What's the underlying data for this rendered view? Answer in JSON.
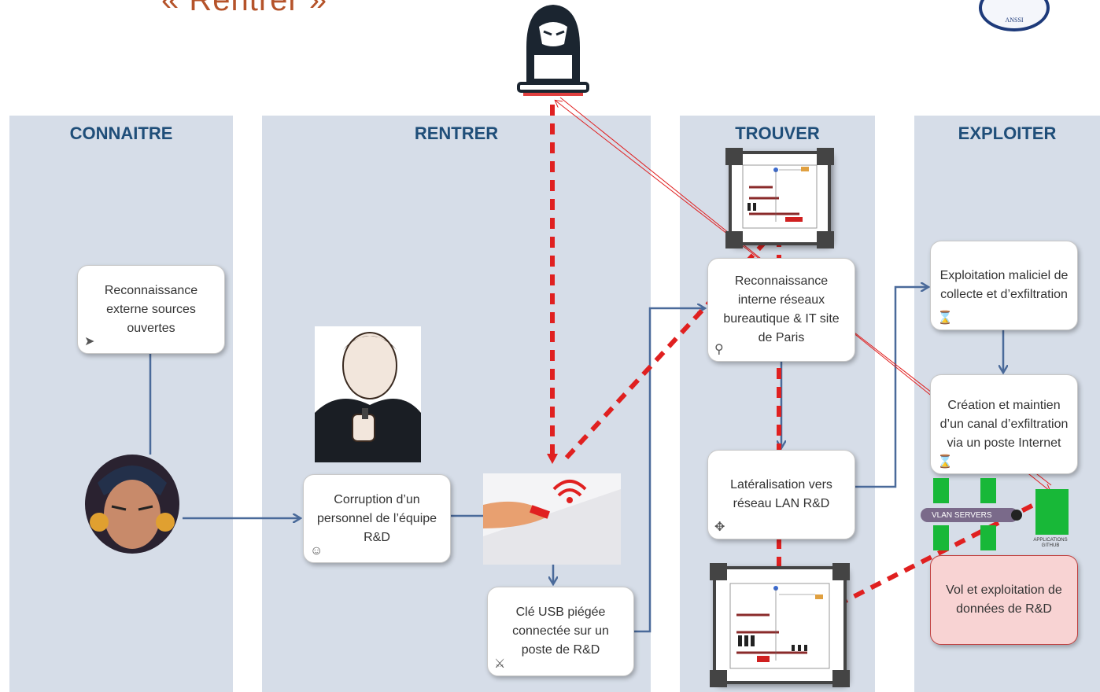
{
  "slide": {
    "title": "« Rentrer »",
    "logo_text": "ANSSI"
  },
  "columns": [
    {
      "id": "connaitre",
      "label": "CONNAITRE"
    },
    {
      "id": "rentrer",
      "label": "RENTRER"
    },
    {
      "id": "trouver",
      "label": "TROUVER"
    },
    {
      "id": "exploiter",
      "label": "EXPLOITER"
    }
  ],
  "steps": {
    "reconnaissance_externe": {
      "label": "Reconnaissance externe sources ouvertes",
      "icon": "compass-icon"
    },
    "corruption": {
      "label": "Corruption d’un personnel de l’équipe R&D",
      "icon": "face-icon"
    },
    "cle_usb": {
      "label": "Clé USB piégée connectée sur un poste de R&D",
      "icon": "walker-icon"
    },
    "reconnaissance_interne": {
      "label": "Reconnaissance interne réseaux bureautique & IT site de Paris",
      "icon": "magnifier-icon"
    },
    "lateralisation": {
      "label": "Latéralisation vers réseau LAN R&D",
      "icon": "move-icon"
    },
    "exploitation_maliciel": {
      "label": "Exploitation maliciel de collecte et d’exfiltration",
      "icon": "spinner-icon"
    },
    "canal_exfiltration": {
      "label": "Création et maintien d’un canal d’exfiltration via un poste Internet",
      "icon": "spinner-icon"
    },
    "vol_donnees": {
      "label": "Vol et exploitation de données de R&D",
      "icon": ""
    }
  },
  "network": {
    "vlan_label": "VLAN SERVERS",
    "apps_label": "APPLICATIONS GITHUB"
  },
  "colors": {
    "column_bg": "#d6dde8",
    "heading": "#1f4e79",
    "connector": "#4a6a9a",
    "attack_path": "#e02020",
    "alert_box": "#f8d3d3"
  }
}
